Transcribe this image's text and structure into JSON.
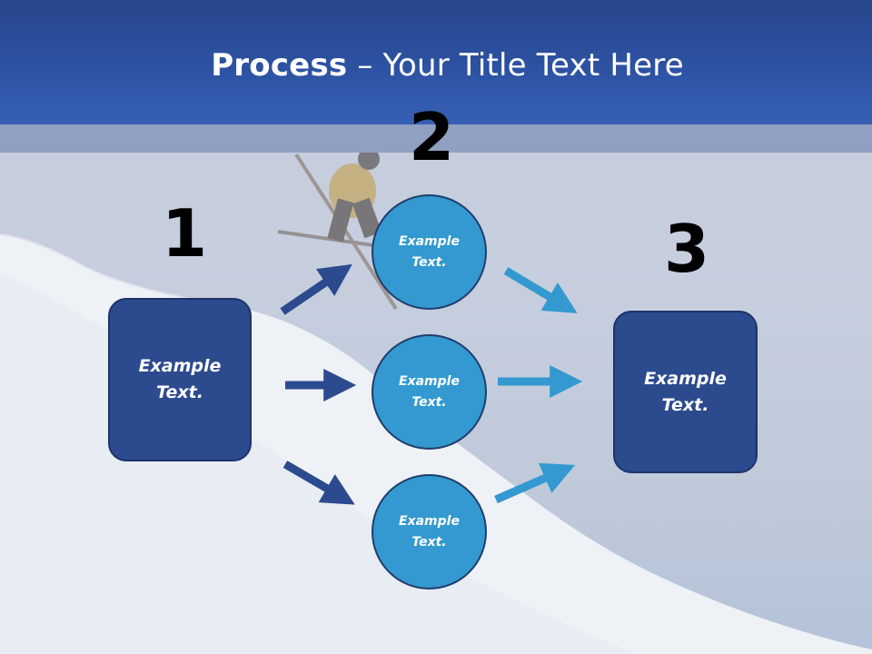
{
  "title": {
    "bold": "Process",
    "rest": " – Your Title Text Here"
  },
  "steps": {
    "one": "1",
    "two": "2",
    "three": "3"
  },
  "left_box": {
    "line1": "Example",
    "line2": "Text."
  },
  "right_box": {
    "line1": "Example",
    "line2": "Text."
  },
  "circles": [
    {
      "line1": "Example",
      "line2": "Text."
    },
    {
      "line1": "Example",
      "line2": "Text."
    },
    {
      "line1": "Example",
      "line2": "Text."
    }
  ],
  "colors": {
    "header": "#2d52a2",
    "box_fill": "#2c4a8e",
    "circle_fill": "#3399d0",
    "arrow_dark": "#2c4a8e",
    "arrow_light": "#3399d0"
  }
}
